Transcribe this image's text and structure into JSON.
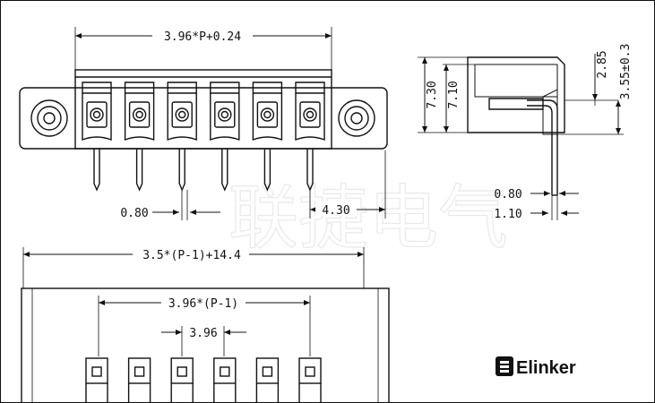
{
  "drawing": {
    "top_view": {
      "overall_width": "3.96*P+0.24",
      "pin_width": "0.80",
      "flange_offset": "4.30",
      "terminal_count": 6
    },
    "side_view": {
      "total_height": "7.30",
      "body_height": "7.10",
      "top_offset": "2.85",
      "pin_height": "3.55±0.3",
      "pin_thickness": "0.80",
      "pin_spacing": "1.10"
    },
    "bottom_view": {
      "overall_length": "3.5*(P-1)+14.4",
      "span": "3.96*(P-1)",
      "pitch": "3.96"
    },
    "brand": {
      "name": "Elinker"
    },
    "watermark": {
      "text": "联捷电气"
    }
  }
}
